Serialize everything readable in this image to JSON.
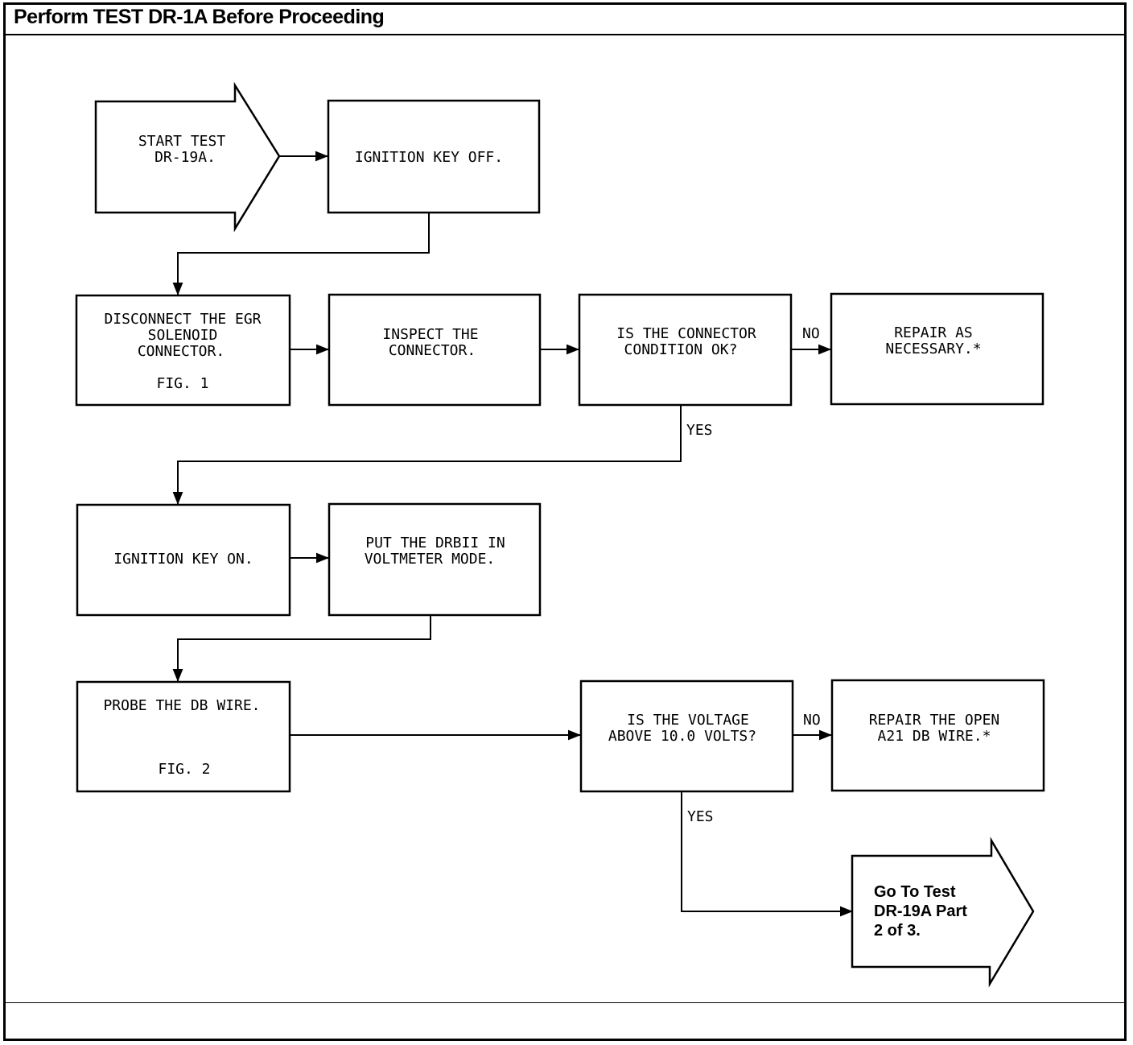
{
  "header": {
    "title": "Perform TEST DR-1A Before Proceeding"
  },
  "flow": {
    "start": {
      "line1": "START TEST",
      "line2": "DR-19A."
    },
    "ignition_off": "IGNITION KEY OFF.",
    "disconnect": {
      "line1": "DISCONNECT THE EGR",
      "line2": "SOLENOID",
      "line3": "CONNECTOR.",
      "fig": "FIG. 1"
    },
    "inspect": {
      "line1": "INSPECT THE",
      "line2": "CONNECTOR."
    },
    "connector_ok": {
      "line1": "IS THE CONNECTOR",
      "line2": "CONDITION OK?"
    },
    "repair_connector": {
      "line1": "REPAIR AS",
      "line2": "NECESSARY.*"
    },
    "ignition_on": "IGNITION KEY ON.",
    "put_drbii": {
      "line1": "PUT THE DRBII IN",
      "line2": "VOLTMETER MODE."
    },
    "probe": {
      "line1": "PROBE THE DB WIRE.",
      "fig": "FIG. 2"
    },
    "voltage_check": {
      "line1": "IS THE VOLTAGE",
      "line2": "ABOVE 10.0 VOLTS?"
    },
    "repair_wire": {
      "line1": "REPAIR THE OPEN",
      "line2": "A21 DB WIRE.*"
    },
    "goto": {
      "line1": "Go To Test",
      "line2": "DR-19A Part",
      "line3": "2 of 3."
    },
    "labels": {
      "no1": "NO",
      "yes1": "YES",
      "no2": "NO",
      "yes2": "YES"
    }
  }
}
